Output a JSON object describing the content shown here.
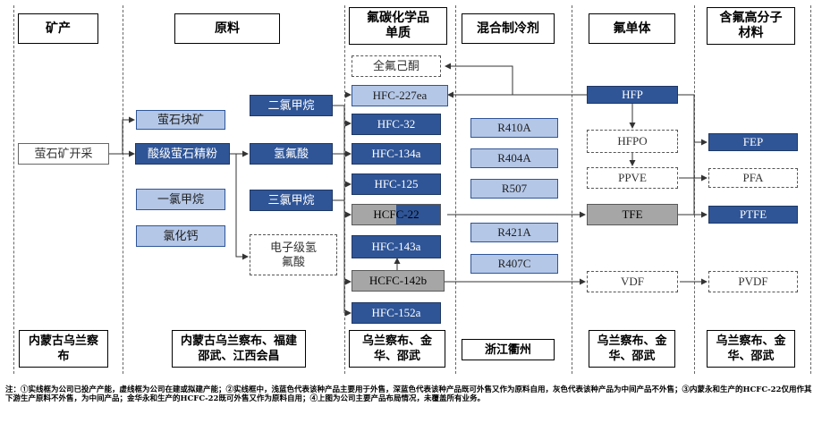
{
  "columns": {
    "mineral": "矿产",
    "raw": "原料",
    "fluoro": "氟碳化学品单质",
    "blend": "混合制冷剂",
    "monomer": "氟单体",
    "polymer": "含氟高分子材料"
  },
  "boxes": {
    "mining": "萤石矿开采",
    "lump": "萤石块矿",
    "acid_spar": "酸级萤石精粉",
    "mcm": "一氯甲烷",
    "cacl": "氯化钙",
    "dcm": "二氯甲烷",
    "hf": "氢氟酸",
    "tcm": "三氯甲烷",
    "ehf": "电子级氢氟酸",
    "pfk": "全氟己酮",
    "hfc227": "HFC-227ea",
    "hfc32": "HFC-32",
    "hfc134": "HFC-134a",
    "hfc125": "HFC-125",
    "hcfc22": "HCFC-22",
    "hfc143": "HFC-143a",
    "hcfc142": "HCFC-142b",
    "hfc152": "HFC-152a",
    "r410a": "R410A",
    "r404a": "R404A",
    "r507": "R507",
    "r421a": "R421A",
    "r407c": "R407C",
    "hfp": "HFP",
    "hfpo": "HFPO",
    "ppve": "PPVE",
    "tfe": "TFE",
    "vdf": "VDF",
    "fep": "FEP",
    "pfa": "PFA",
    "ptfe": "PTFE",
    "pvdf": "PVDF"
  },
  "locations": {
    "mineral": "内蒙古乌兰察布",
    "raw": "内蒙古乌兰察布、福建邵武、江西会昌",
    "fluoro": "乌兰察布、金华、邵武",
    "blend": "浙江衢州",
    "monomer": "乌兰察布、金华、邵武",
    "polymer": "乌兰察布、金华、邵武"
  },
  "note": "注：①实线框为公司已投产产能，虚线框为公司在建或拟建产能；②实线框中，浅蓝色代表该种产品主要用于外售，深蓝色代表该种产品既可外售又作为原料自用，灰色代表该种产品为中间产品不外售；③内蒙永和生产的HCFC-22仅用作其下游生产原料不外售，为中间产品；金华永和生产的HCFC-22既可外售又作为原料自用；④上图为公司主要产品布局情况，未覆盖所有业务。"
}
